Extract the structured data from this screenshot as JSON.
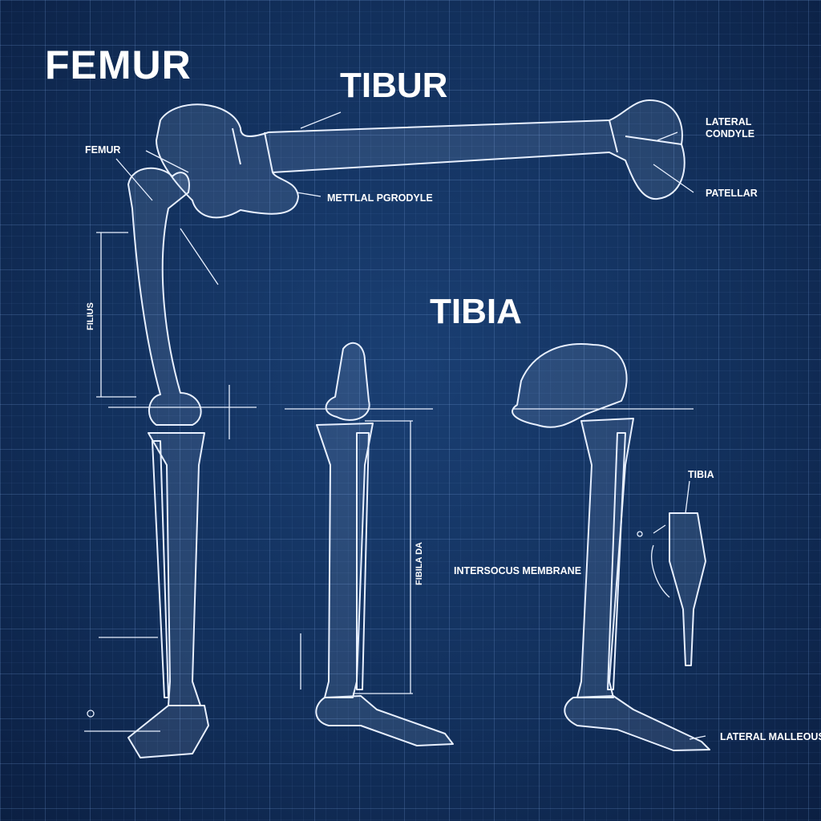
{
  "titles": {
    "femur": "FEMUR",
    "tibur": "TIBUR",
    "tibia": "TIBIA"
  },
  "labels": {
    "femur_small": "FEMUR",
    "metal_condyle": "METTLAL PGRODYLE",
    "lateral_condyle_1": "LATERAL",
    "lateral_condyle_2": "CONDYLE",
    "patellar": "PATELLAR",
    "filius": "FILIUS",
    "fibula": "FIBILA DA",
    "interosseous": "INTERSOCUS MEMBRANE",
    "tibia_small": "TIBIA",
    "lateral_malleolus": "LATERAL MALLEOUS"
  },
  "colors": {
    "background": "#12305c",
    "line": "#ffffff"
  }
}
